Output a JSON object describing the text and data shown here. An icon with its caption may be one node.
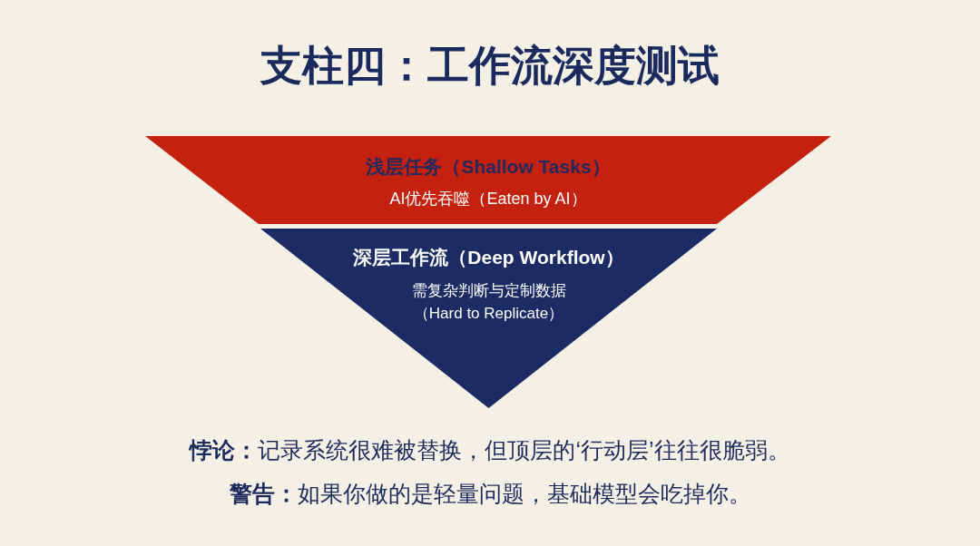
{
  "diagram": {
    "title": "支柱四：工作流深度测试",
    "nodes": [
      {
        "text": [
          "浅层任务（Shallow Tasks）",
          "AI优先吞噬（Eaten by AI）"
        ]
      },
      {
        "text": [
          "深层工作流（Deep Workflow）",
          "需复杂判断与定制数据（Hard to Replicate）"
        ]
      }
    ],
    "labels": [
      "**悖论：**记录系统很难被替换，但顶层的‘行动层’往往很脆弱。",
      "**警告：**如果你做的是轻量问题，基础模型会吃掉你。"
    ]
  }
}
